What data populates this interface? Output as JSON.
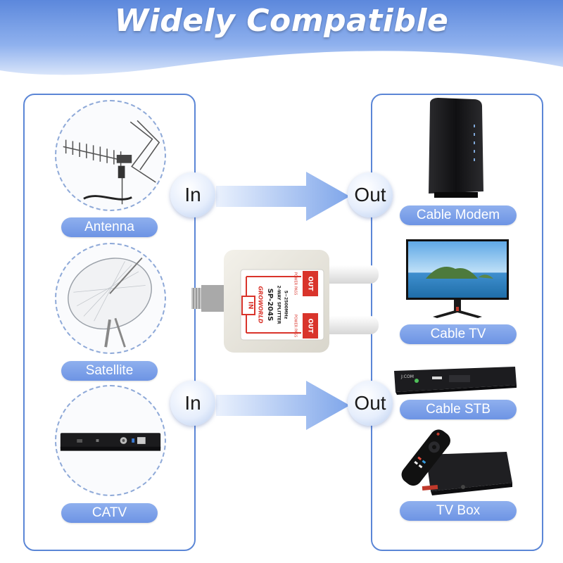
{
  "header": {
    "title": "Widely Compatible"
  },
  "colors": {
    "accent": "#6d94e4",
    "panel_border": "#5b86d6",
    "band": "#9dbcf0"
  },
  "inputs": [
    {
      "label": "Antenna"
    },
    {
      "label": "Satellite"
    },
    {
      "label": "CATV"
    }
  ],
  "outputs": [
    {
      "label": "Cable Modem"
    },
    {
      "label": "Cable TV"
    },
    {
      "label": "Cable STB"
    },
    {
      "label": "TV Box"
    }
  ],
  "flow": {
    "in_label": "In",
    "out_label": "Out"
  },
  "splitter": {
    "brand": "GROWORLD",
    "model": "SP-204S",
    "type": "2-WAY SPLITTER",
    "range": "5~2500MHz",
    "port_in": "IN",
    "port_out": "OUT",
    "power_pass": "POWER PASS"
  },
  "stb_brand": "J:COM"
}
